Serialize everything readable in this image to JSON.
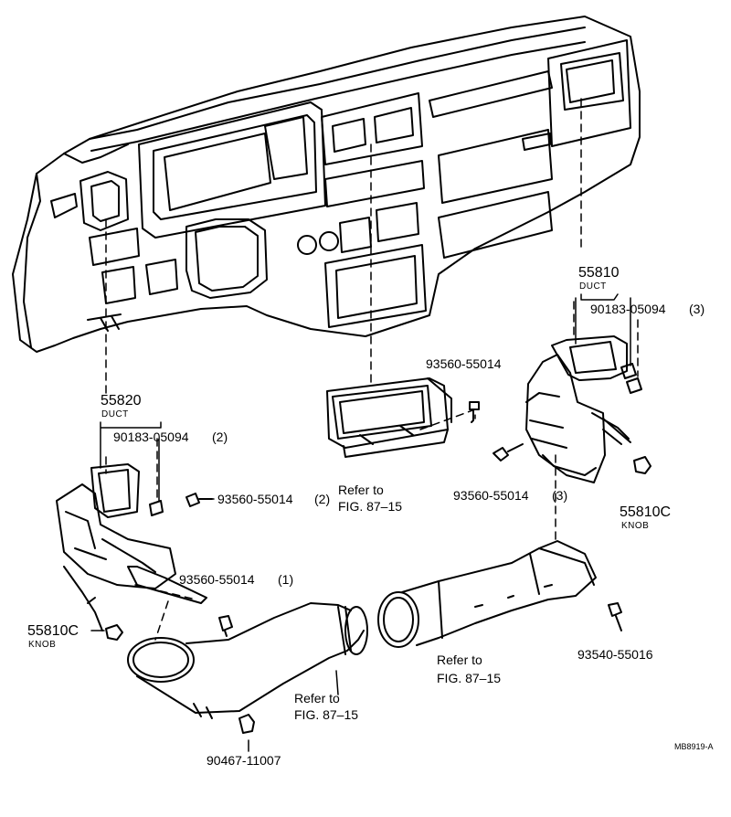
{
  "labels": {
    "duct_right_number": "55810",
    "duct_right_name": "DUCT",
    "clip_right": "90183-05094",
    "clip_right_qty": "(3)",
    "screw_center_top": "93560-55014",
    "refer_top_1": "Refer to",
    "refer_top_2": "FIG. 87–15",
    "screw_right_qty3": "93560-55014",
    "screw_right_qty3_qty": "(3)",
    "knob_right_number": "55810C",
    "knob_right_name": "KNOB",
    "duct_left_number": "55820",
    "duct_left_name": "DUCT",
    "clip_left": "90183-05094",
    "clip_left_qty": "(2)",
    "screw_left_qty2": "93560-55014",
    "screw_left_qty2_qty": "(2)",
    "screw_left_qty1": "93560-55014",
    "screw_left_qty1_qty": "(1)",
    "knob_left_number": "55810C",
    "knob_left_name": "KNOB",
    "refer_mid_1": "Refer to",
    "refer_mid_2": "FIG. 87–15",
    "refer_bottom_1": "Refer to",
    "refer_bottom_2": "FIG. 87–15",
    "screw_bottom_right": "93540-55016",
    "clip_bottom": "90467-11007",
    "diagram_code": "MB8919-A"
  }
}
